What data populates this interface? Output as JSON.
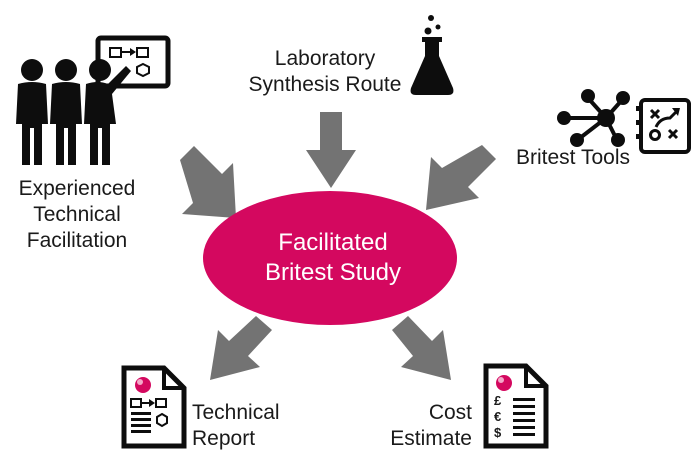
{
  "diagram": {
    "hub": {
      "line1": "Facilitated",
      "line2": "Britest Study",
      "color": "#d4085f"
    },
    "inputs": [
      {
        "id": "facilitation",
        "lines": [
          "Experienced",
          "Technical",
          "Facilitation"
        ],
        "icon": "team-whiteboard-icon"
      },
      {
        "id": "synthesis",
        "lines": [
          "Laboratory",
          "Synthesis Route"
        ],
        "icon": "flask-icon"
      },
      {
        "id": "tools",
        "lines": [
          "Britest Tools"
        ],
        "icon": "network-and-tactics-icon"
      }
    ],
    "outputs": [
      {
        "id": "report",
        "lines": [
          "Technical",
          "Report"
        ],
        "icon": "report-document-icon"
      },
      {
        "id": "estimate",
        "lines": [
          "Cost",
          "Estimate"
        ],
        "icon": "cost-document-icon"
      }
    ],
    "colors": {
      "arrow": "#737373",
      "icon": "#0d0d0d",
      "accent": "#d4085f"
    },
    "currency_symbols": [
      "£",
      "€",
      "$"
    ]
  }
}
